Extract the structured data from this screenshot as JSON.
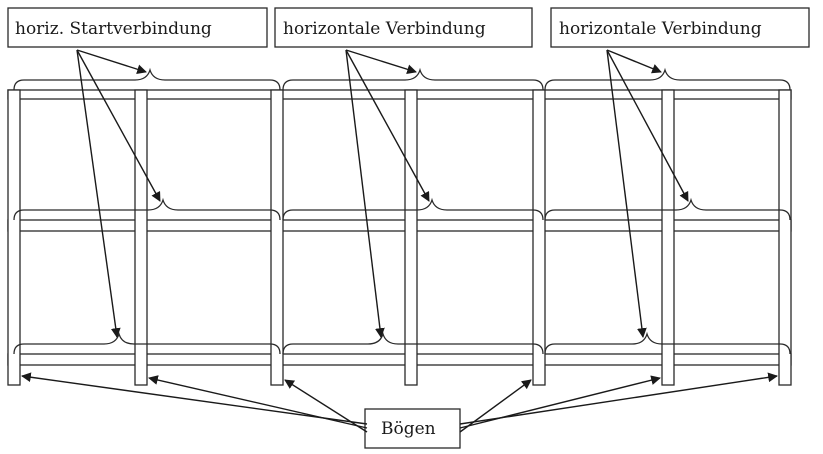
{
  "labels": {
    "start_connection": "horiz. Startverbindung",
    "horizontal_connection_1": "horizontale Verbindung",
    "horizontal_connection_2": "horizontale Verbindung",
    "frames": "Bögen"
  },
  "colors": {
    "line": "#2a2a2a",
    "background": "#ffffff"
  }
}
